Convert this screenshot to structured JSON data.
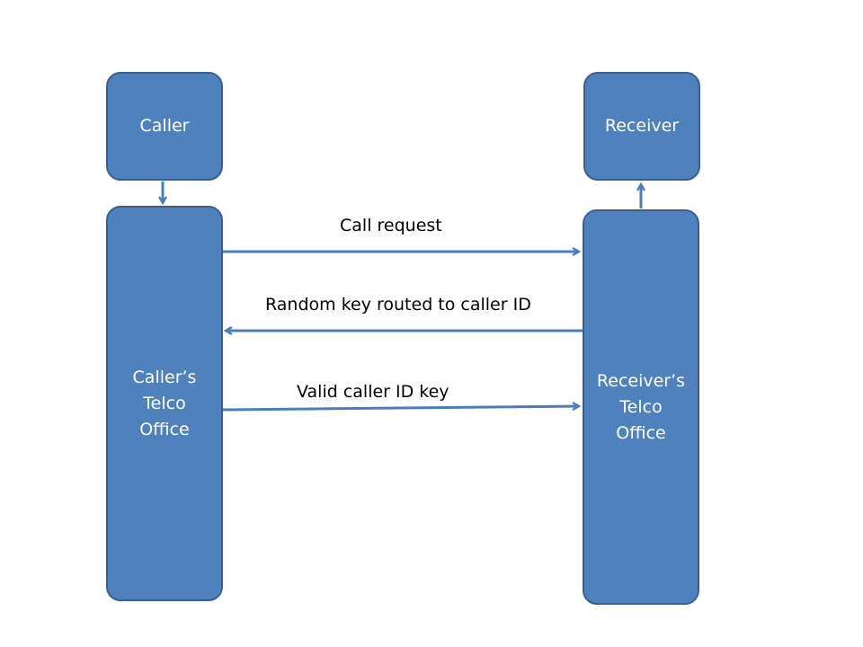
{
  "colors": {
    "box_fill": "#4f81bd",
    "box_border": "#3a5f8f",
    "arrow": "#4a7ebb",
    "box_text": "#ffffff",
    "label_text": "#000000"
  },
  "nodes": {
    "caller": {
      "lines": [
        "Caller"
      ]
    },
    "receiver": {
      "lines": [
        "Receiver"
      ]
    },
    "caller_office": {
      "lines": [
        "Caller’s",
        "Telco",
        "Office"
      ]
    },
    "receiver_office": {
      "lines": [
        "Receiver’s",
        "Telco",
        "Office"
      ]
    }
  },
  "messages": [
    {
      "label": "Call request",
      "from": "caller_office",
      "to": "receiver_office"
    },
    {
      "label": "Random key routed to caller ID",
      "from": "receiver_office",
      "to": "caller_office"
    },
    {
      "label": "Valid caller ID key",
      "from": "caller_office",
      "to": "receiver_office"
    }
  ],
  "links": [
    {
      "from": "caller",
      "to": "caller_office"
    },
    {
      "from": "receiver_office",
      "to": "receiver"
    }
  ]
}
